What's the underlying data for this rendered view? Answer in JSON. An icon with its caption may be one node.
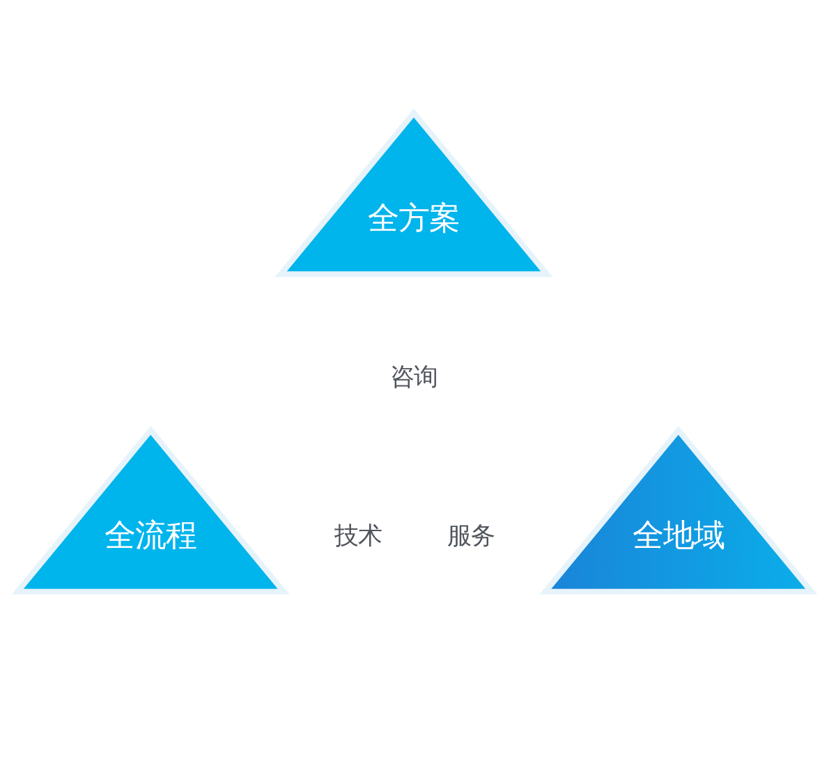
{
  "diagram": {
    "nodes": [
      {
        "text": [
          "全方案"
        ]
      },
      {
        "text": [
          "全流程"
        ]
      },
      {
        "text": [
          "全地域"
        ]
      }
    ],
    "labels": [
      "咨询",
      "技术",
      "服务"
    ]
  }
}
